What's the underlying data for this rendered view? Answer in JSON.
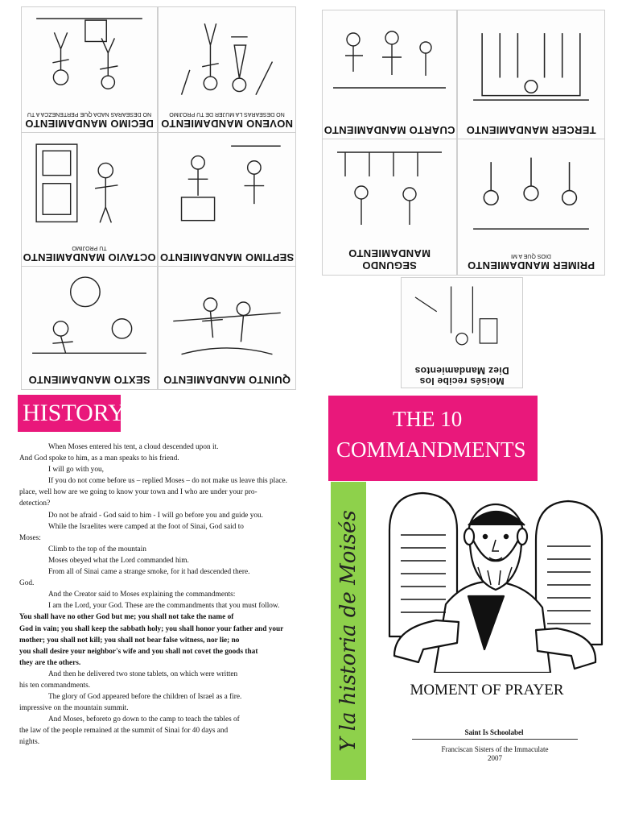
{
  "panels": [
    {
      "id": "p10",
      "title": "DECIMO MANDAMIENTO",
      "subtitle": "NO DESEARAS NADA QUE PERTENEZCA A TU",
      "icon": "family-scene"
    },
    {
      "id": "p9",
      "title": "NOVENO MANDAMIENTO",
      "subtitle": "NO DESEARAS LA MUJER DE TU PROJIMO",
      "icon": "couple-scene"
    },
    {
      "id": "p4",
      "title": "CUARTO MANDAMIENTO",
      "subtitle": "",
      "icon": "parents-scene"
    },
    {
      "id": "p3",
      "title": "TERCER MANDAMIENTO",
      "subtitle": "",
      "icon": "church-scene"
    },
    {
      "id": "p8",
      "title": "OCTAVIO MANDAMIENTO",
      "subtitle": "TU PROJIMO",
      "icon": "door-scene"
    },
    {
      "id": "p7",
      "title": "SEPTIMO MANDAMIENTO",
      "subtitle": "",
      "icon": "theft-scene"
    },
    {
      "id": "p2",
      "title": "SEGUNDO MANDAMIENTO",
      "subtitle": "",
      "icon": "talking-scene"
    },
    {
      "id": "p1",
      "title": "PRIMER MANDAMIENTO",
      "subtitle": "DIOS QUE A MI",
      "icon": "prayer-scene"
    },
    {
      "id": "p6",
      "title": "SEXTO MANDAMIENTO",
      "subtitle": "",
      "icon": "bike-scene"
    },
    {
      "id": "p5",
      "title": "QUINTO MANDAMIENTO",
      "subtitle": "",
      "icon": "fight-scene"
    },
    {
      "id": "p0",
      "title": "Moisés recibe los Diez Mandamientos",
      "subtitle": "",
      "icon": "moses-tablets-scene"
    }
  ],
  "history": {
    "heading": "HISTORY",
    "lines": [
      {
        "text": "When Moses entered his tent, a cloud descended upon it.",
        "indent": true,
        "bold": false
      },
      {
        "text": "And God spoke to him, as a man speaks to his friend.",
        "indent": false,
        "bold": false
      },
      {
        "text": "I will go with you,",
        "indent": true,
        "bold": false
      },
      {
        "text": "If you do not come before us – replied Moses – do not make us leave this place.",
        "indent": true,
        "bold": false
      },
      {
        "text": "place, well how are we going to know your town and I who are under your pro-",
        "indent": false,
        "bold": false
      },
      {
        "text": "detection?",
        "indent": false,
        "bold": false
      },
      {
        "text": "Do not be afraid - God said to him - I will go before you and guide you.",
        "indent": true,
        "bold": false
      },
      {
        "text": "While the Israelites were camped at the foot of Sinai, God said to",
        "indent": true,
        "bold": false
      },
      {
        "text": "Moses:",
        "indent": false,
        "bold": false
      },
      {
        "text": "Climb to the top of the mountain",
        "indent": true,
        "bold": false
      },
      {
        "text": "Moses obeyed what the Lord commanded him.",
        "indent": true,
        "bold": false
      },
      {
        "text": "From all of Sinai came a strange smoke, for it had descended there.",
        "indent": true,
        "bold": false
      },
      {
        "text": "God.",
        "indent": false,
        "bold": false
      },
      {
        "text": "And the Creator said to Moses explaining the commandments:",
        "indent": true,
        "bold": false
      },
      {
        "text": "I am the Lord, your God. These are the commandments that you must follow.",
        "indent": true,
        "bold": false
      },
      {
        "text": "You shall have no other God but me; you shall not take the name of",
        "indent": false,
        "bold": true
      },
      {
        "text": "God in vain; you shall keep the sabbath holy; you shall honor your father and your",
        "indent": false,
        "bold": true
      },
      {
        "text": "mother; you shall not kill; you shall not bear false witness, nor lie; no",
        "indent": false,
        "bold": true
      },
      {
        "text": "you shall desire your neighbor's wife and you shall not covet the goods that",
        "indent": false,
        "bold": true
      },
      {
        "text": "they are the others.",
        "indent": false,
        "bold": true
      },
      {
        "text": "And then he delivered two stone tablets, on which were written",
        "indent": true,
        "bold": false
      },
      {
        "text": "his ten commandments.",
        "indent": false,
        "bold": false
      },
      {
        "text": "The glory of God appeared before the children of Israel as a fire.",
        "indent": true,
        "bold": false
      },
      {
        "text": "impressive on the mountain summit.",
        "indent": false,
        "bold": false
      },
      {
        "text": "And Moses, beforeto go down to the camp to teach the tables of",
        "indent": true,
        "bold": false
      },
      {
        "text": "the law of the people remained at the summit of Sinai for 40 days and",
        "indent": false,
        "bold": false
      },
      {
        "text": "nights.",
        "indent": false,
        "bold": false
      }
    ]
  },
  "cover": {
    "title_line1": "THE 10",
    "title_line2": "COMMANDMENTS",
    "side_text": "Y la historia de Moisés",
    "subtitle": "MOMENT OF PRAYER",
    "school": "Saint Is Schoolabel",
    "org_line1": "Franciscan Sisters of the Immaculate",
    "org_line2": "2007",
    "moses_icon": "moses-with-tablets-icon"
  },
  "colors": {
    "accent": "#e9187b",
    "green": "#8ed14b"
  }
}
